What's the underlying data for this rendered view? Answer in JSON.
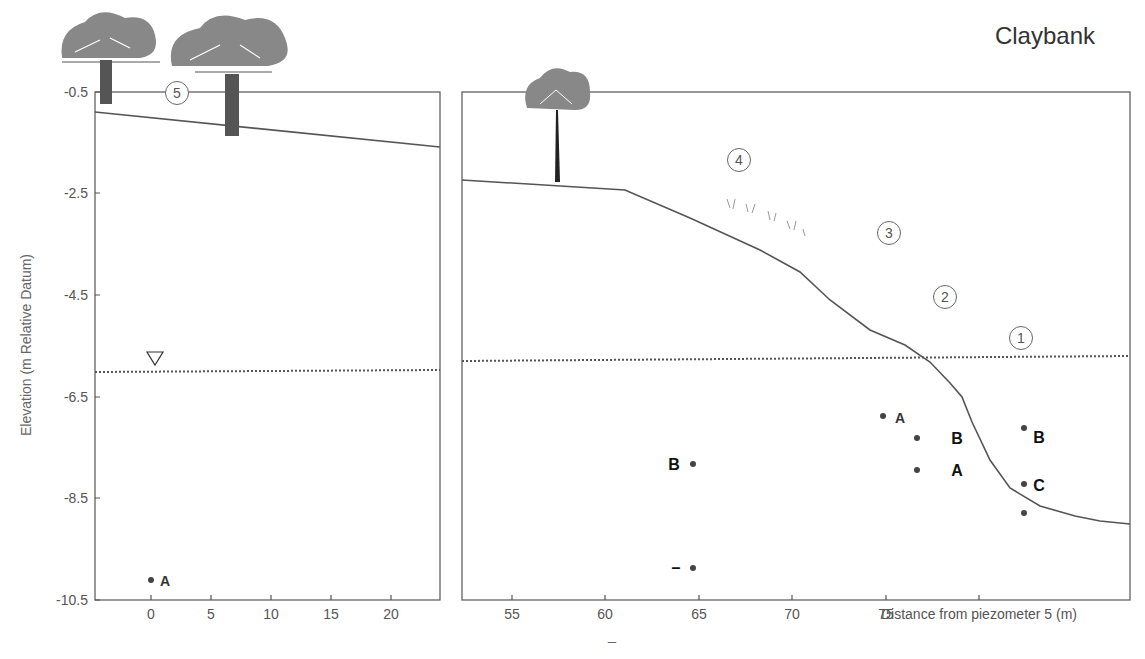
{
  "diagram": {
    "nodes": [
      {
        "text": [
          "5"
        ]
      },
      {
        "text": [
          "4"
        ]
      },
      {
        "text": [
          "3"
        ]
      },
      {
        "text": [
          "2"
        ]
      },
      {
        "text": [
          "1"
        ]
      }
    ],
    "labels": [
      "Claybank",
      "Elevation (m Relative Datum)",
      "-0.5",
      "-2.5",
      "-4.5",
      "-6.5",
      "-8.5",
      "-10.5",
      "0",
      "5",
      "10",
      "15",
      "20",
      "55",
      "60",
      "65",
      "70",
      "75",
      "Distance from piezometer 5 (m)",
      "–",
      "A",
      "B",
      "–",
      "A",
      "B",
      "A",
      "B",
      "C"
    ]
  }
}
